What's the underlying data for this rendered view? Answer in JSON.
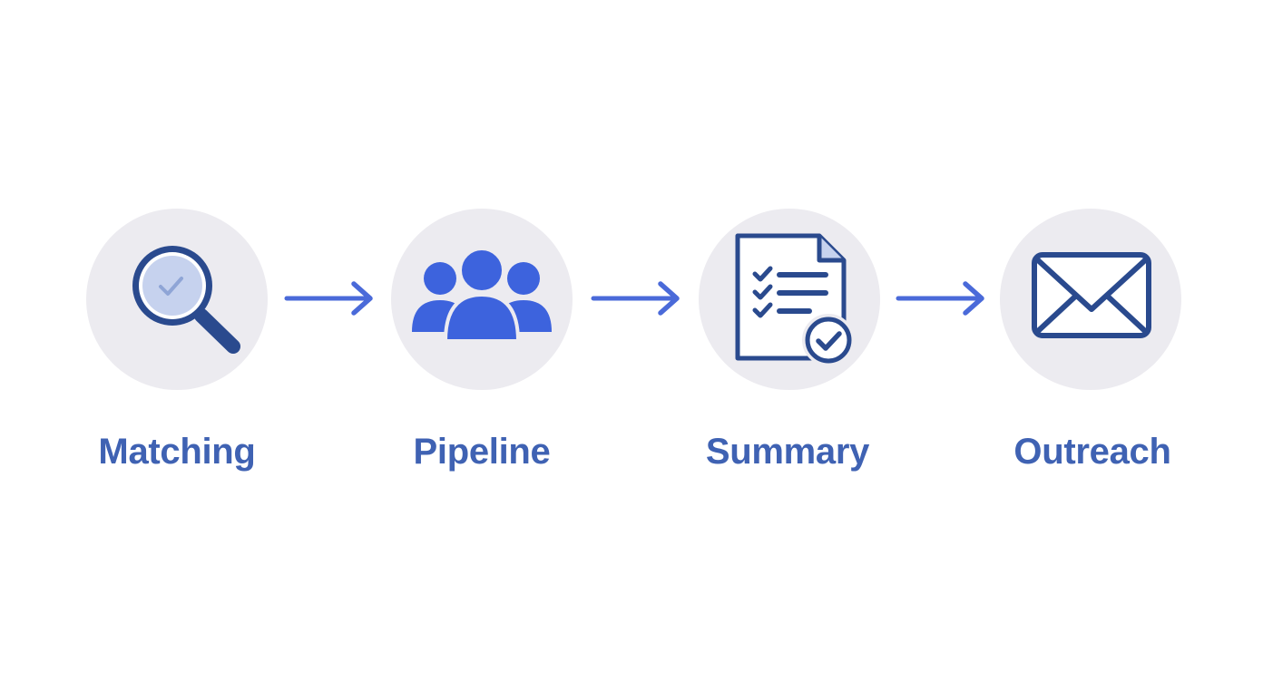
{
  "colors": {
    "circle_bg": "#ecebf0",
    "label": "#3f62b3",
    "arrow": "#4a6ad9",
    "icon_bright": "#3d63dd",
    "icon_navy": "#2a4a8e",
    "lens_fill": "#c6d2ee"
  },
  "steps": [
    {
      "label": "Matching",
      "icon": "magnifier-check-icon"
    },
    {
      "label": "Pipeline",
      "icon": "people-group-icon"
    },
    {
      "label": "Summary",
      "icon": "checklist-document-icon"
    },
    {
      "label": "Outreach",
      "icon": "envelope-icon"
    }
  ]
}
